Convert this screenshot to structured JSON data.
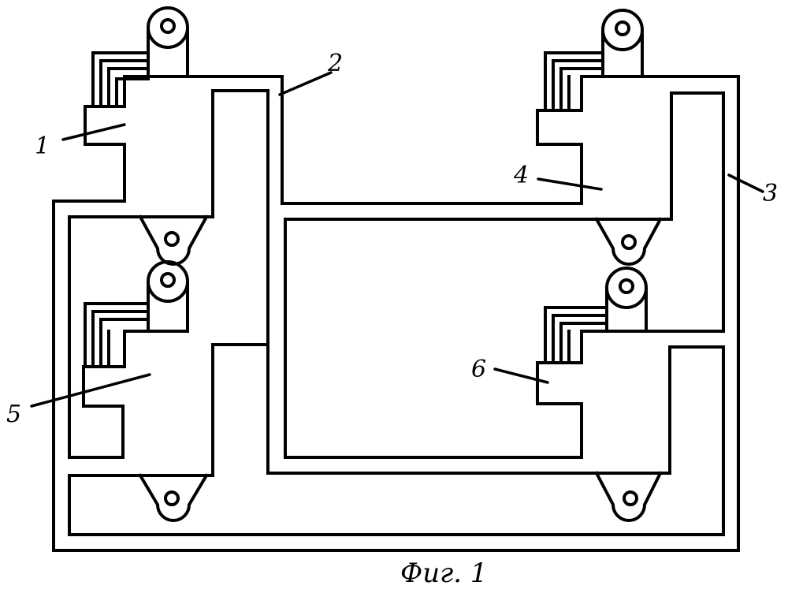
{
  "figure": {
    "caption": "Фиг. 1",
    "labels": {
      "l1": "1",
      "l2": "2",
      "l3": "3",
      "l4": "4",
      "l5": "5",
      "l6": "6"
    }
  }
}
